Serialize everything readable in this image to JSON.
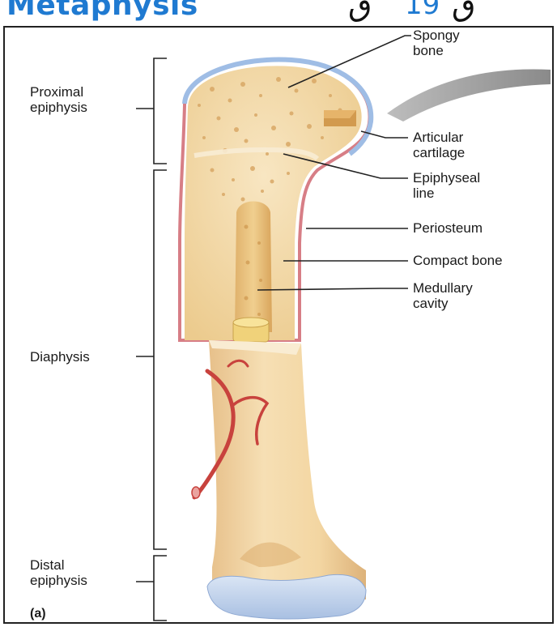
{
  "header": {
    "title": "Metaphysis",
    "arabic_left": "ق",
    "number": "19",
    "arabic_right": "ق"
  },
  "labels": {
    "proximal_epiphysis": [
      "Proximal",
      "epiphysis"
    ],
    "diaphysis": "Diaphysis",
    "distal_epiphysis": [
      "Distal",
      "epiphysis"
    ],
    "spongy_bone": [
      "Spongy",
      "bone"
    ],
    "articular_cartilage": [
      "Articular",
      "cartilage"
    ],
    "epiphyseal_line": [
      "Epiphyseal",
      "line"
    ],
    "periosteum": "Periosteum",
    "compact_bone": "Compact bone",
    "medullary_cavity": [
      "Medullary",
      "cavity"
    ],
    "figure_label": "(a)"
  },
  "colors": {
    "title_blue": "#1f7ad1",
    "bone_cream": "#f3d7a6",
    "bone_shade": "#e4b878",
    "cartilage_blue": "#b9cde8",
    "vessel_red": "#c8423d",
    "periosteum_pink": "#d77e86"
  }
}
